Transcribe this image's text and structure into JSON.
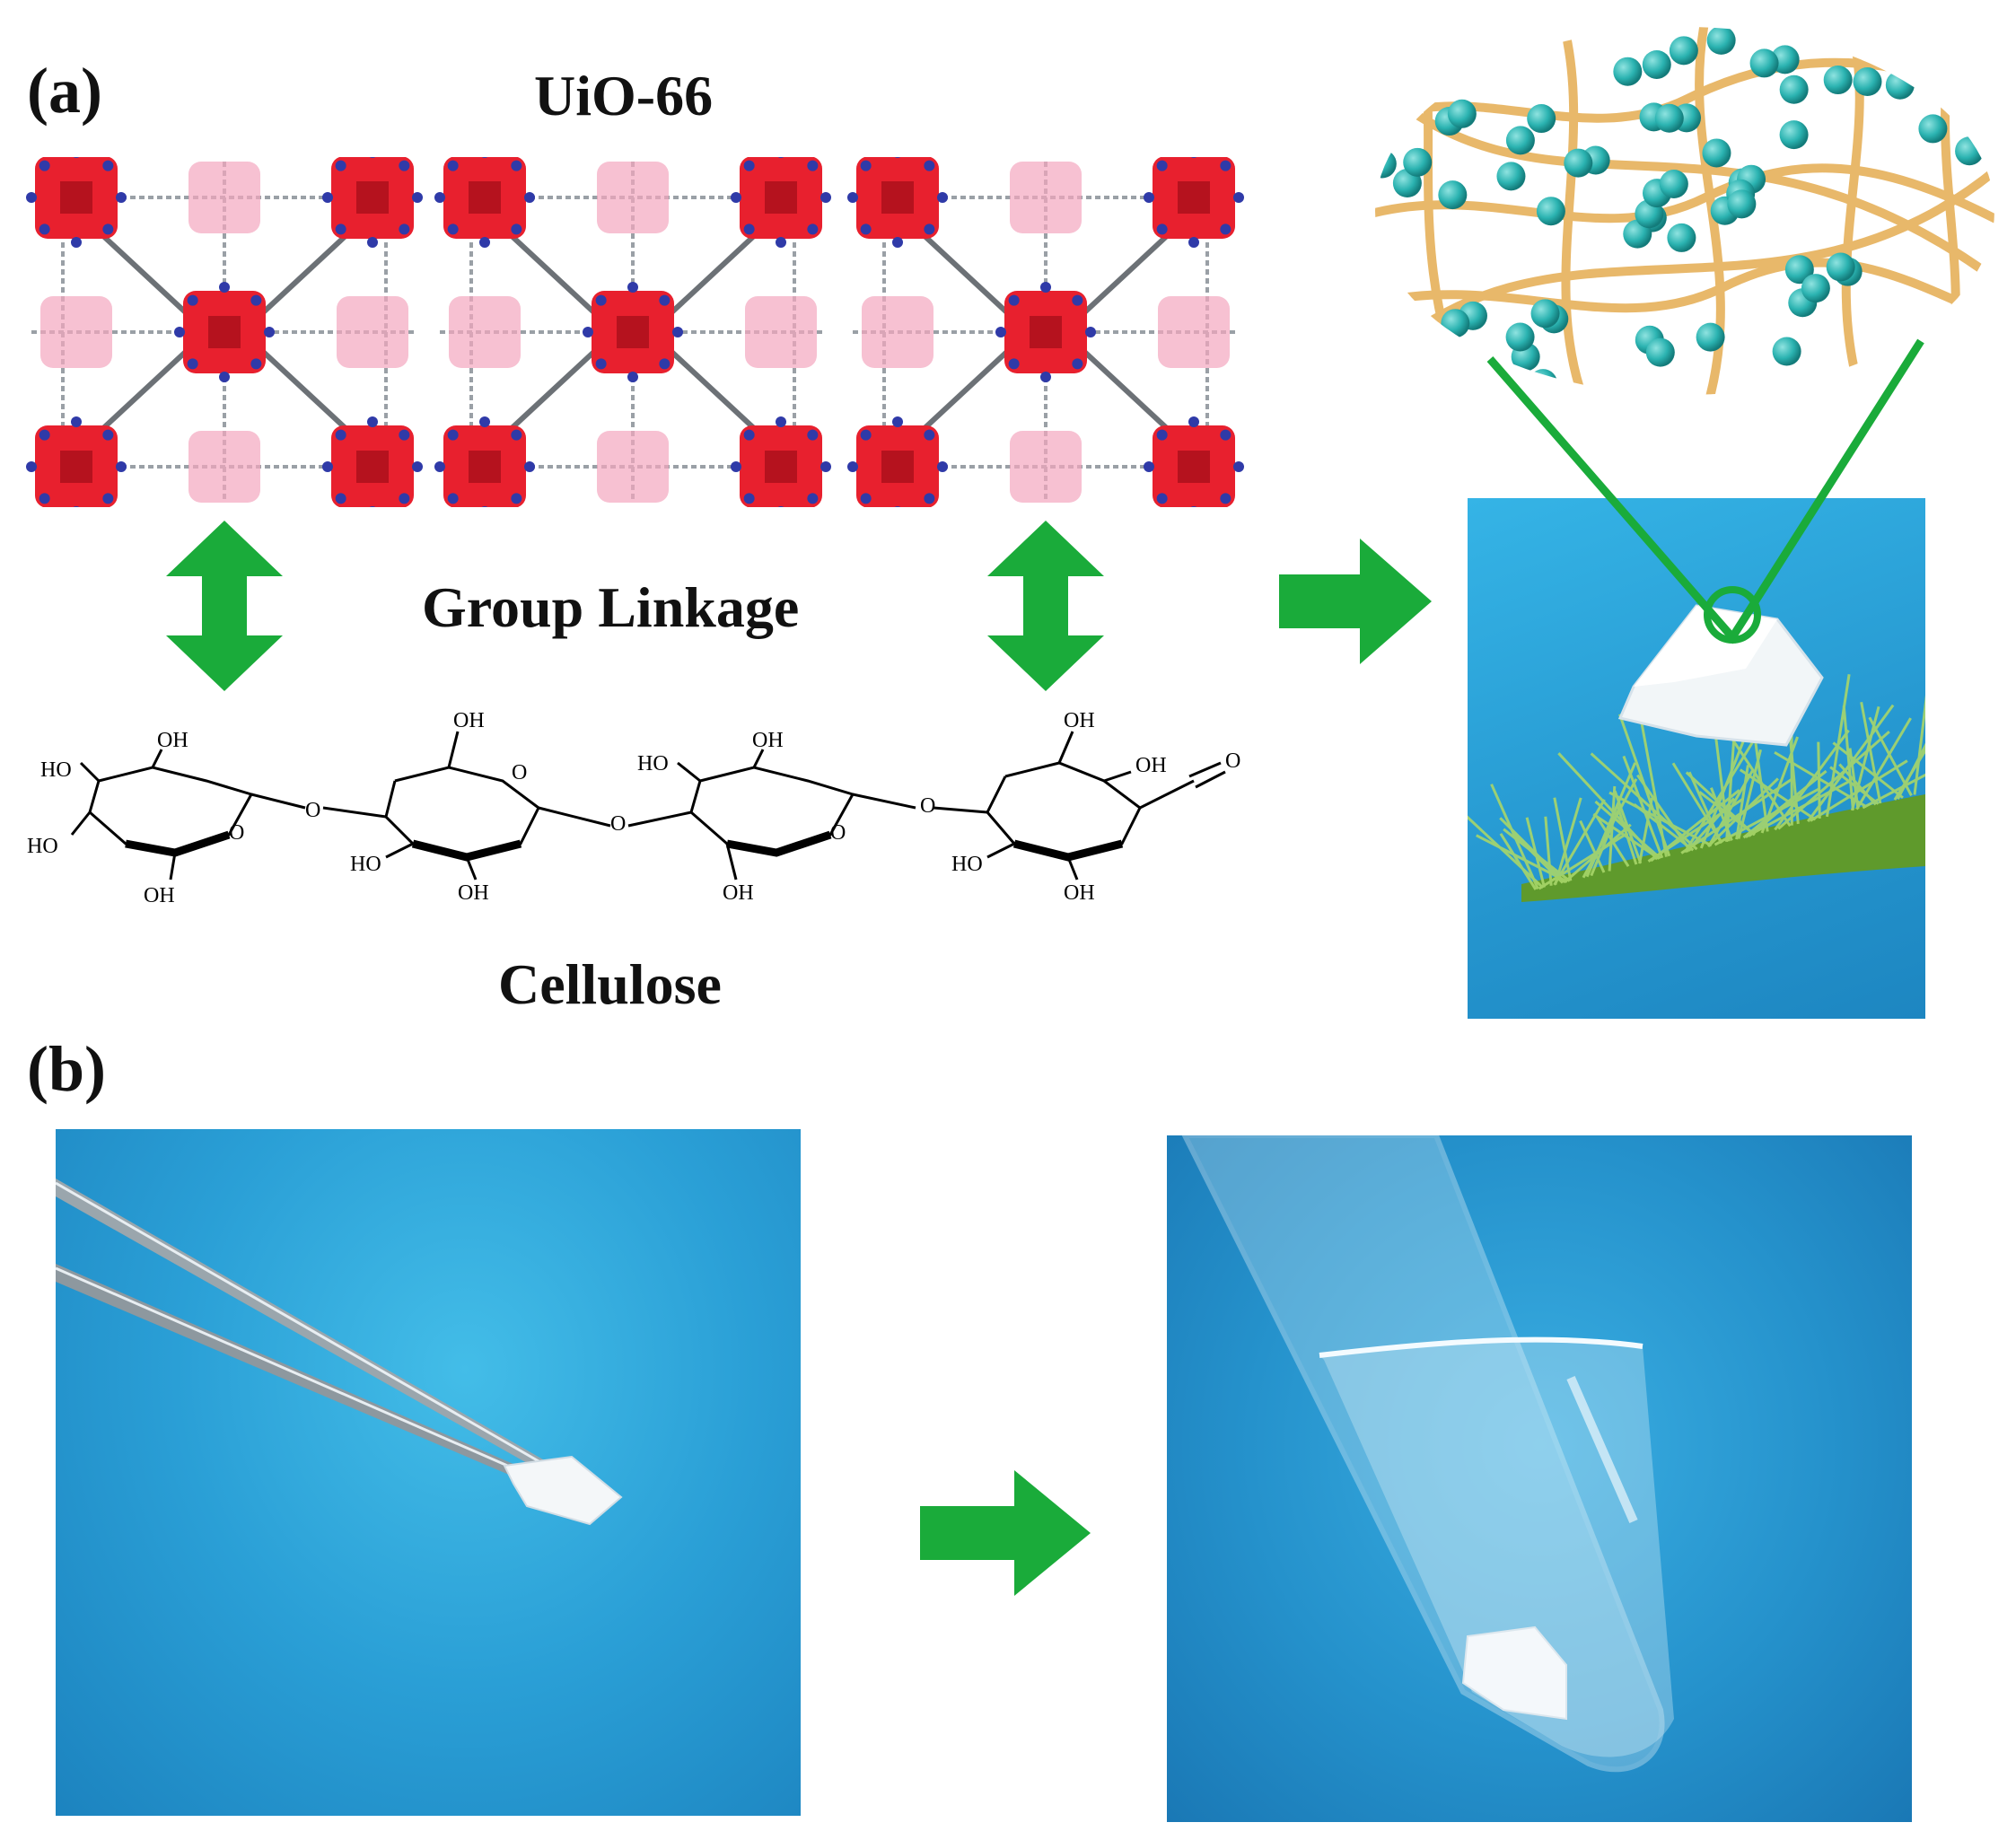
{
  "panel_a": {
    "label": "(a)",
    "mof_title": "UiO-66",
    "linkage_label": "Group Linkage",
    "cellulose_title": "Cellulose",
    "chem_groups": {
      "ho": "HO",
      "oh": "OH",
      "o": "O"
    }
  },
  "panel_b": {
    "label": "(b)"
  },
  "colors": {
    "arrow_green": "#1aab3a",
    "zr_cluster_red": "#e8202e",
    "zr_cluster_pink": "#f4a6bf",
    "background_blue": "#2fa4d8",
    "fiber_tan": "#e8b86a",
    "particle_teal": "#2bb3b1"
  },
  "icons": [
    "double-arrow-icon",
    "right-arrow-icon",
    "zoom-lines-icon"
  ]
}
